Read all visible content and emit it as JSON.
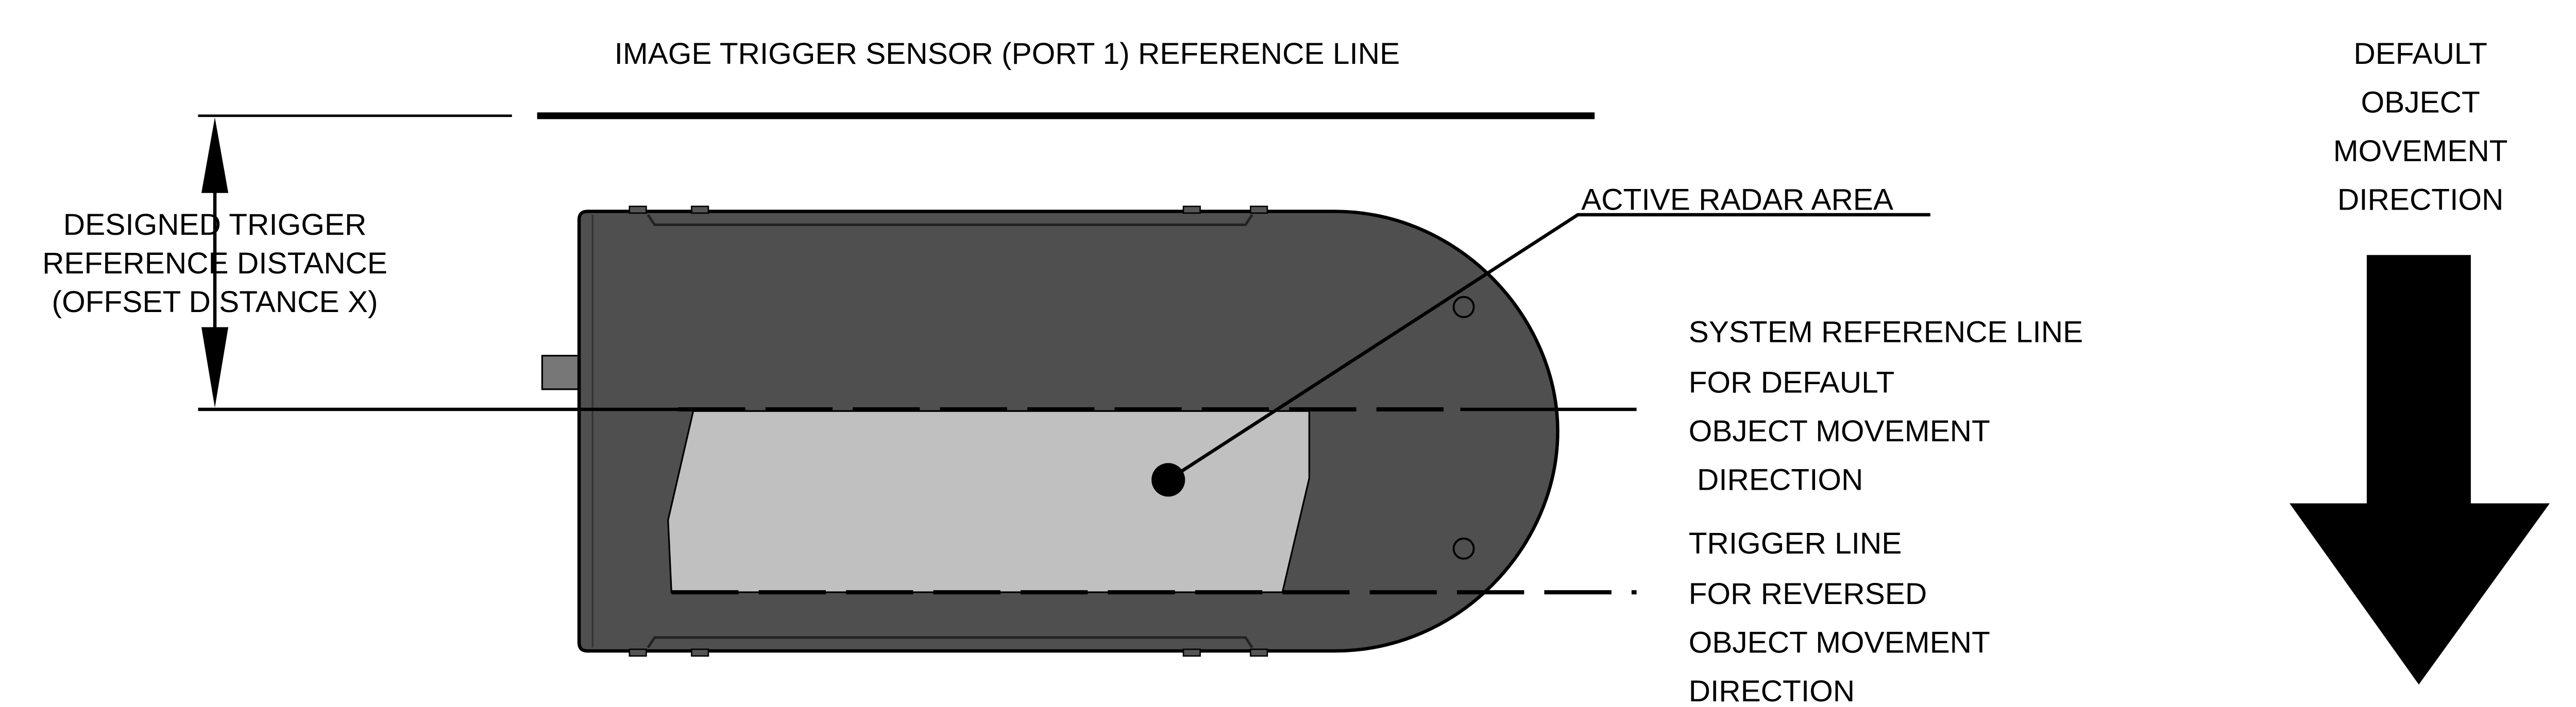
{
  "labels": {
    "top_reference": "IMAGE TRIGGER SENSOR (PORT 1) REFERENCE LINE",
    "designed_distance": [
      "DESIGNED TRIGGER",
      "REFERENCE DISTANCE",
      "(OFFSET DISTANCE X)"
    ],
    "active_radar": "ACTIVE RADAR AREA",
    "system_reference": [
      "SYSTEM REFERENCE LINE",
      "FOR DEFAULT",
      "OBJECT MOVEMENT",
      " DIRECTION"
    ],
    "trigger_line": [
      "TRIGGER LINE",
      "FOR REVERSED",
      "OBJECT MOVEMENT",
      "DIRECTION"
    ],
    "default_direction": [
      "DEFAULT",
      "OBJECT",
      "MOVEMENT",
      "DIRECTION"
    ]
  },
  "colors": {
    "device_body": "#4f4f4f",
    "radar_area": "#c0c0c0",
    "ink": "#000000"
  }
}
